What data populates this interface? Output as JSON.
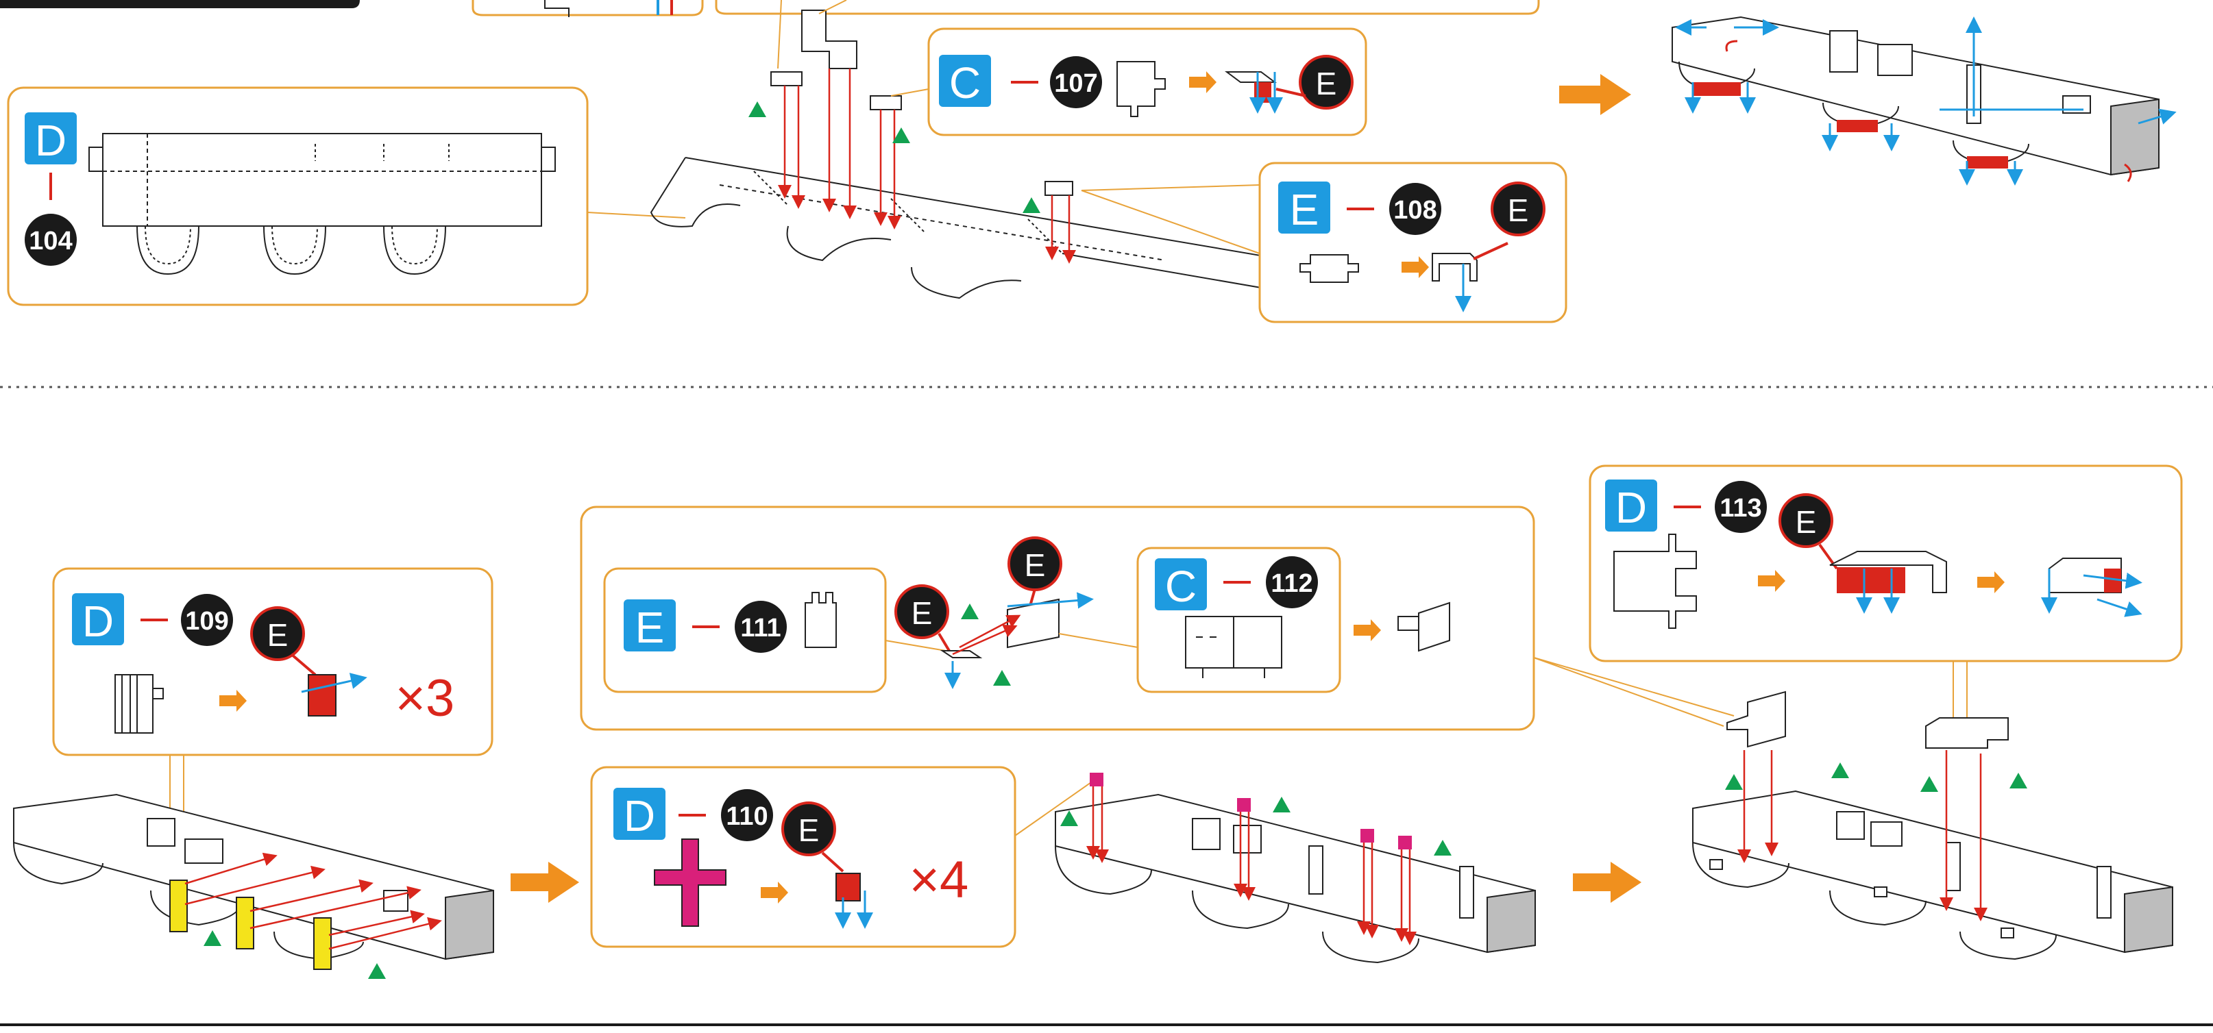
{
  "colors": {
    "panel_border": "#E8A33A",
    "part_badge": "#1E9BE0",
    "step_circle": "#1A1A1A",
    "fold_red": "#D9261C",
    "fold_blue": "#1E9BE0",
    "arrow_orange": "#F0901E",
    "triangle_green": "#12A150",
    "yellow_part": "#F4E31B",
    "magenta_part": "#D9207A",
    "shade_grey": "#BDBDBD"
  },
  "top": {
    "panel_d104": {
      "sheet": "D",
      "step": "104"
    },
    "panel_c107": {
      "sheet": "C",
      "step": "107",
      "glue": "E"
    },
    "panel_e108": {
      "sheet": "E",
      "step": "108",
      "glue": "E"
    }
  },
  "bottom": {
    "panel_d109": {
      "sheet": "D",
      "step": "109",
      "glue": "E",
      "qty": "×3"
    },
    "panel_e111": {
      "sheet": "E",
      "step": "111",
      "glue": "E"
    },
    "panel_c112": {
      "sheet": "C",
      "step": "112"
    },
    "panel_d110": {
      "sheet": "D",
      "step": "110",
      "glue": "E",
      "qty": "×4"
    },
    "panel_d113": {
      "sheet": "D",
      "step": "113",
      "glue": "E"
    }
  }
}
